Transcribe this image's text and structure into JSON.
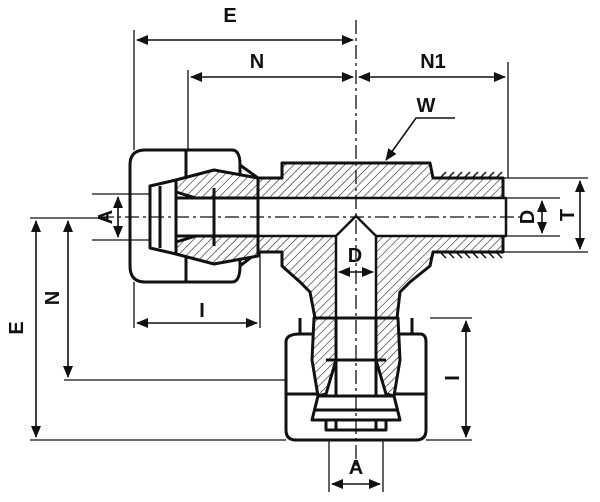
{
  "diagram": {
    "kind": "male-run-tee-fitting",
    "colors": {
      "ink": "#111111",
      "paper": "#ffffff",
      "hatch": "#222222"
    },
    "labels": {
      "top_e": "E",
      "top_n": "N",
      "top_n1": "N1",
      "w": "W",
      "left_a": "A",
      "center_d": "D",
      "right_d": "D",
      "right_t": "T",
      "left_n": "N",
      "left_e": "E",
      "bottom_left_i": "I",
      "right_i": "I",
      "bottom_a": "A"
    }
  }
}
